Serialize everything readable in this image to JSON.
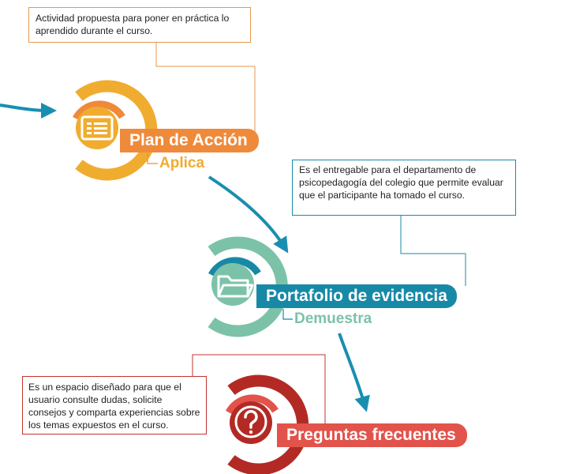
{
  "colors": {
    "orange": "#ef8a3b",
    "yellow": "#f0ac2f",
    "teal_blue": "#1789a6",
    "mint": "#7cc2a8",
    "red": "#b32a25",
    "coral": "#e2534b"
  },
  "steps": [
    {
      "icon": "form-list-icon",
      "title": "Plan de Acción",
      "verb": "Aplica",
      "note": "Actividad propuesta para poner en práctica lo aprendido durante el curso."
    },
    {
      "icon": "folder-icon",
      "title": "Portafolio de evidencia",
      "verb": "Demuestra",
      "note": "Es el entregable para el departamento de psicopedagogía del colegio que permite evaluar que el participante ha tomado el curso."
    },
    {
      "icon": "question-mark-icon",
      "title": "Preguntas frecuentes",
      "note": "Es un espacio diseñado para que el usuario consulte dudas, solicite consejos y comparta experiencias sobre los temas expuestos en el curso."
    }
  ]
}
